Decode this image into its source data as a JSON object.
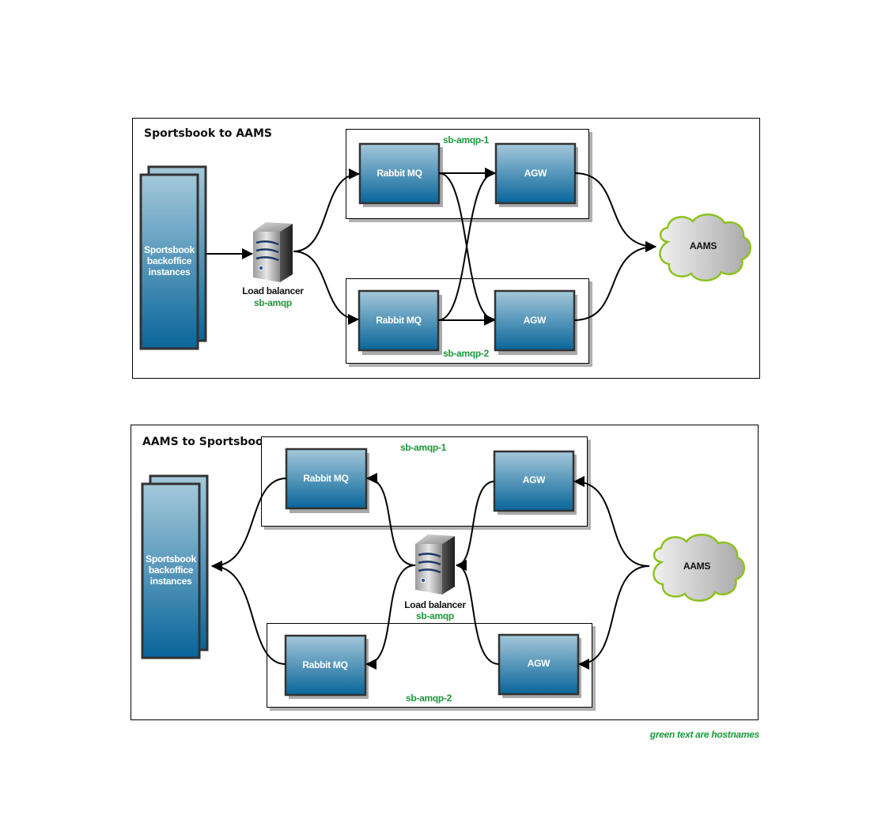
{
  "colors": {
    "hostname": "#1a9a3a",
    "node_gradient_top": "#a4c8da",
    "node_gradient_bottom": "#08659a",
    "node_border": "#333333",
    "shadow": "#aaaaaa",
    "cloud_border": "#8cc21e",
    "cloud_fill_left": "#eeeeee",
    "cloud_fill_right": "#a9a9a9"
  },
  "panels": [
    {
      "title": "Sportsbook to AAMS",
      "direction": "sportsbook-to-aams",
      "sportsbook": "Sportsbook backoffice instances",
      "sportsbook_lines": [
        "Sportsbook",
        "backoffice",
        "instances"
      ],
      "load_balancer": {
        "label": "Load balancer",
        "host": "sb-amqp",
        "icon": "server-icon"
      },
      "groups": [
        {
          "host": "sb-amqp-1",
          "rabbit": "Rabbit MQ",
          "agw": "AGW"
        },
        {
          "host": "sb-amqp-2",
          "rabbit": "Rabbit MQ",
          "agw": "AGW"
        }
      ],
      "cloud": {
        "label": "AAMS",
        "icon": "cloud-icon"
      }
    },
    {
      "title": "AAMS to Sportsbook",
      "direction": "aams-to-sportsbook",
      "sportsbook": "Sportsbook backoffice instances",
      "sportsbook_lines": [
        "Sportsbook",
        "backoffice",
        "instances"
      ],
      "load_balancer": {
        "label": "Load balancer",
        "host": "sb-amqp",
        "icon": "server-icon"
      },
      "groups": [
        {
          "host": "sb-amqp-1",
          "rabbit": "Rabbit MQ",
          "agw": "AGW"
        },
        {
          "host": "sb-amqp-2",
          "rabbit": "Rabbit MQ",
          "agw": "AGW"
        }
      ],
      "cloud": {
        "label": "AAMS",
        "icon": "cloud-icon"
      }
    }
  ],
  "legend": "green text are hostnames"
}
